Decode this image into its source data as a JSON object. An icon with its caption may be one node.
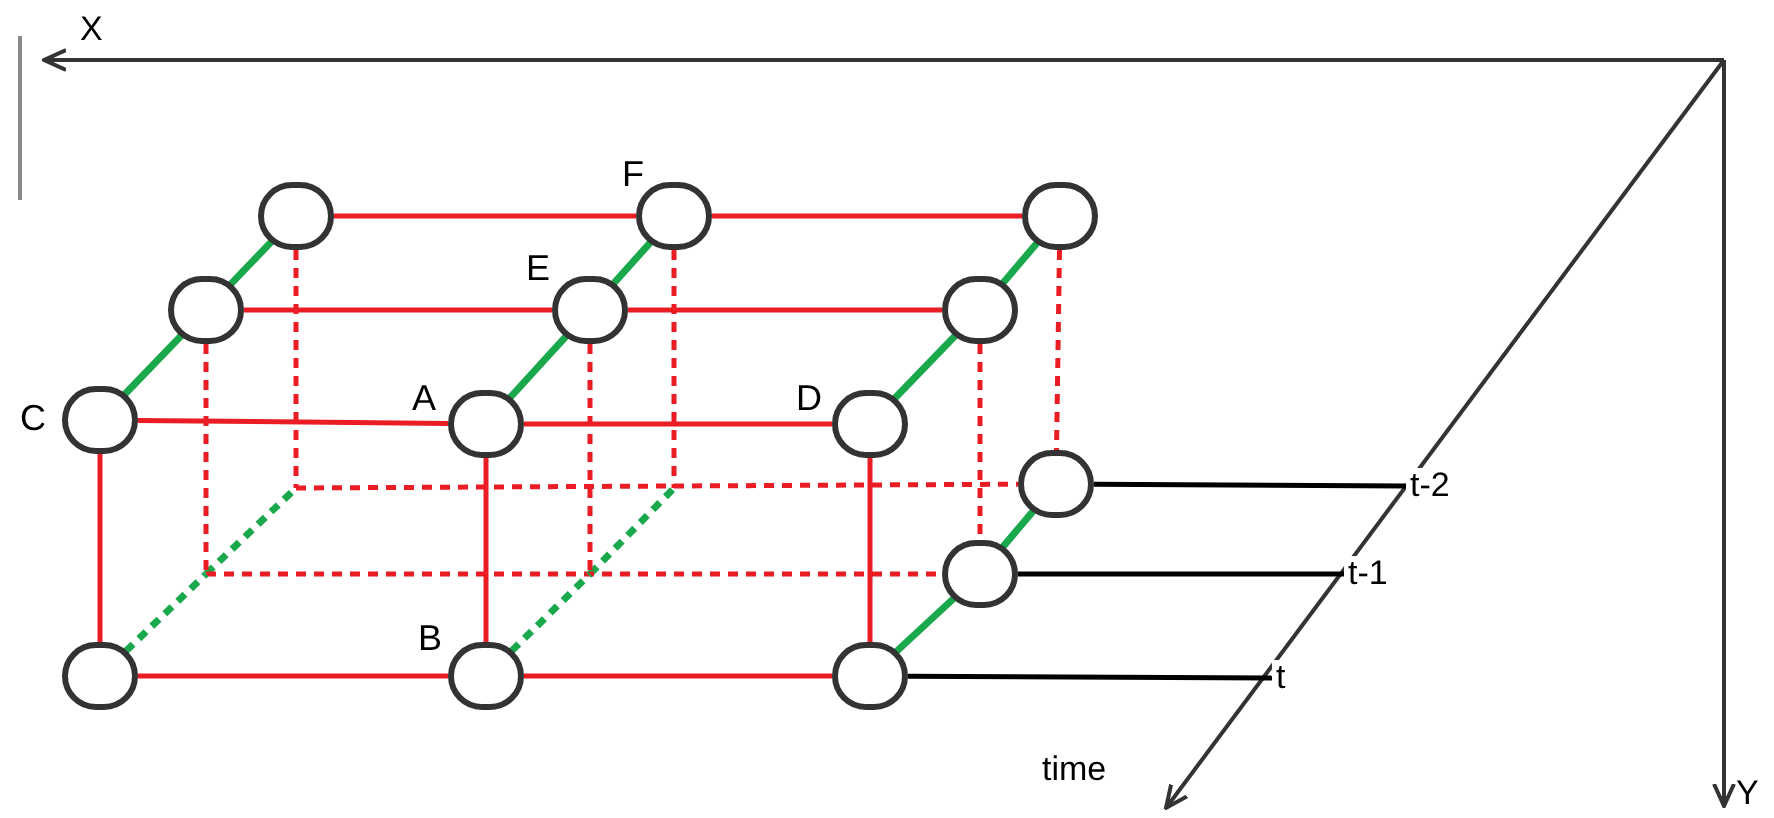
{
  "diagram": {
    "nodes": [
      {
        "text": [],
        "shape": "circle"
      },
      {
        "text": [],
        "shape": "circle",
        "beside": [
          "F"
        ]
      },
      {
        "text": [],
        "shape": "circle"
      },
      {
        "text": [],
        "shape": "circle"
      },
      {
        "text": [],
        "shape": "circle",
        "beside": [
          "E"
        ]
      },
      {
        "text": [],
        "shape": "circle"
      },
      {
        "text": [],
        "shape": "circle",
        "beside": [
          "C"
        ]
      },
      {
        "text": [],
        "shape": "circle",
        "beside": [
          "A"
        ]
      },
      {
        "text": [],
        "shape": "circle",
        "beside": [
          "D"
        ]
      },
      {
        "text": [],
        "shape": "circle"
      },
      {
        "text": [],
        "shape": "circle"
      },
      {
        "text": [],
        "shape": "circle"
      },
      {
        "text": [],
        "shape": "circle",
        "beside": [
          "B"
        ]
      },
      {
        "text": [],
        "shape": "circle"
      },
      {
        "text": [
          "t-2"
        ]
      },
      {
        "text": [
          "t-1"
        ]
      },
      {
        "text": [
          "t"
        ]
      }
    ],
    "edges": [
      {
        "from": 0,
        "to": 1,
        "arrow": "none"
      },
      {
        "from": 1,
        "to": 2,
        "arrow": "none"
      },
      {
        "from": 3,
        "to": 4,
        "arrow": "none"
      },
      {
        "from": 4,
        "to": 5,
        "arrow": "none"
      },
      {
        "from": 6,
        "to": 7,
        "arrow": "none"
      },
      {
        "from": 7,
        "to": 8,
        "arrow": "none"
      },
      {
        "from": 6,
        "to": 11,
        "arrow": "none"
      },
      {
        "from": 7,
        "to": 12,
        "arrow": "none"
      },
      {
        "from": 8,
        "to": 13,
        "arrow": "none"
      },
      {
        "from": 11,
        "to": 12,
        "arrow": "none"
      },
      {
        "from": 12,
        "to": 13,
        "arrow": "none"
      },
      {
        "from": 6,
        "to": 3,
        "arrow": "none",
        "color": "#19a84b"
      },
      {
        "from": 3,
        "to": 0,
        "arrow": "none",
        "color": "#19a84b"
      },
      {
        "from": 7,
        "to": 4,
        "arrow": "none",
        "color": "#19a84b"
      },
      {
        "from": 4,
        "to": 1,
        "arrow": "none",
        "color": "#19a84b"
      },
      {
        "from": 8,
        "to": 5,
        "arrow": "none",
        "color": "#19a84b"
      },
      {
        "from": 5,
        "to": 2,
        "arrow": "none",
        "color": "#19a84b"
      },
      {
        "from": 13,
        "to": 10,
        "arrow": "none",
        "color": "#19a84b"
      },
      {
        "from": 10,
        "to": 9,
        "arrow": "none",
        "color": "#19a84b"
      },
      {
        "from": 5,
        "to": 10,
        "arrow": "none",
        "style": "dashed"
      },
      {
        "from": 2,
        "to": 9,
        "arrow": "none",
        "style": "dashed"
      },
      {
        "from": 0,
        "to": null,
        "arrow": "none",
        "style": "dashed"
      },
      {
        "from": 1,
        "to": null,
        "arrow": "none",
        "style": "dashed"
      },
      {
        "from": 3,
        "to": null,
        "arrow": "none",
        "style": "dashed"
      },
      {
        "from": 4,
        "to": null,
        "arrow": "none",
        "style": "dashed"
      },
      {
        "from": null,
        "to": 9,
        "arrow": "none",
        "style": "dashed"
      },
      {
        "from": null,
        "to": 10,
        "arrow": "none",
        "style": "dashed"
      },
      {
        "from": 11,
        "to": null,
        "arrow": "none",
        "style": "dashed",
        "color": "#19a84b"
      },
      {
        "from": 12,
        "to": null,
        "arrow": "none",
        "style": "dashed",
        "color": "#19a84b"
      },
      {
        "from": 9,
        "to": 14,
        "arrow": "none",
        "color": "#000000"
      },
      {
        "from": 10,
        "to": 15,
        "arrow": "none",
        "color": "#000000"
      },
      {
        "from": 13,
        "to": 16,
        "arrow": "none",
        "color": "#000000"
      }
    ],
    "labels": [
      "X",
      "Y",
      "time"
    ]
  }
}
